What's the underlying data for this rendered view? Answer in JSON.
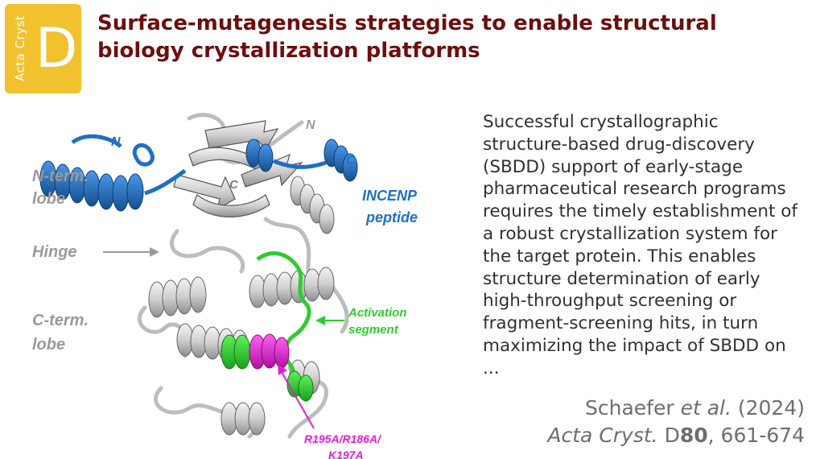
{
  "logo": {
    "journal": "Acta Cryst",
    "section": "D"
  },
  "title": "Surface-mutagenesis strategies to enable structural biology crystallization platforms",
  "figure": {
    "labels": {
      "n_term_lobe": [
        "N-term.",
        "lobe"
      ],
      "hinge": "Hinge",
      "c_term_lobe": [
        "C-term.",
        "lobe"
      ],
      "incenp": [
        "INCENP",
        "peptide"
      ],
      "activation": [
        "Activation",
        "segment"
      ],
      "mutations": [
        "R195A/R186A/",
        "K197A"
      ],
      "n_blue": "N",
      "c_blue": "C",
      "n_grey": "N",
      "c_grey": "C"
    },
    "colors": {
      "kinase": "#c9c9c9",
      "incenp": "#1f6fc5",
      "activation": "#2ecc2e",
      "mutation": "#e020d0",
      "label_grey": "#9a9a9a",
      "title": "#6e0e0e",
      "logo": "#f2c12e"
    }
  },
  "abstract": "Successful crystallographic structure-based drug-discovery (SBDD) support of early-stage pharmaceutical research programs requires the timely establishment of a robust crystallization system for the target protein. This enables structure determination of early high-throughput screening or fragment-screening hits, in turn maximizing the impact of SBDD on ...",
  "citation": {
    "authors": "Schaefer ",
    "etal": "et al.",
    "year": " (2024)",
    "journal": "Acta Cryst.",
    "section": " D",
    "volume": "80",
    "pages": ", 661-674"
  }
}
